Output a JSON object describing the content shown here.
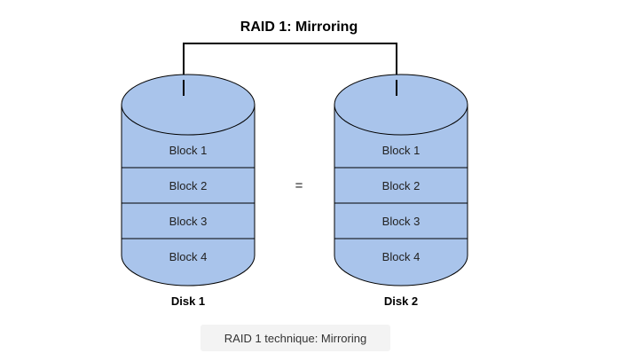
{
  "title": "RAID 1: Mirroring",
  "equals_symbol": "=",
  "disks": [
    {
      "label": "Disk 1",
      "blocks": [
        "Block 1",
        "Block 2",
        "Block 3",
        "Block 4"
      ]
    },
    {
      "label": "Disk 2",
      "blocks": [
        "Block 1",
        "Block 2",
        "Block 3",
        "Block 4"
      ]
    }
  ],
  "caption": "RAID 1 technique: Mirroring",
  "colors": {
    "disk_fill": "#a9c4eb",
    "outline": "#000000"
  }
}
